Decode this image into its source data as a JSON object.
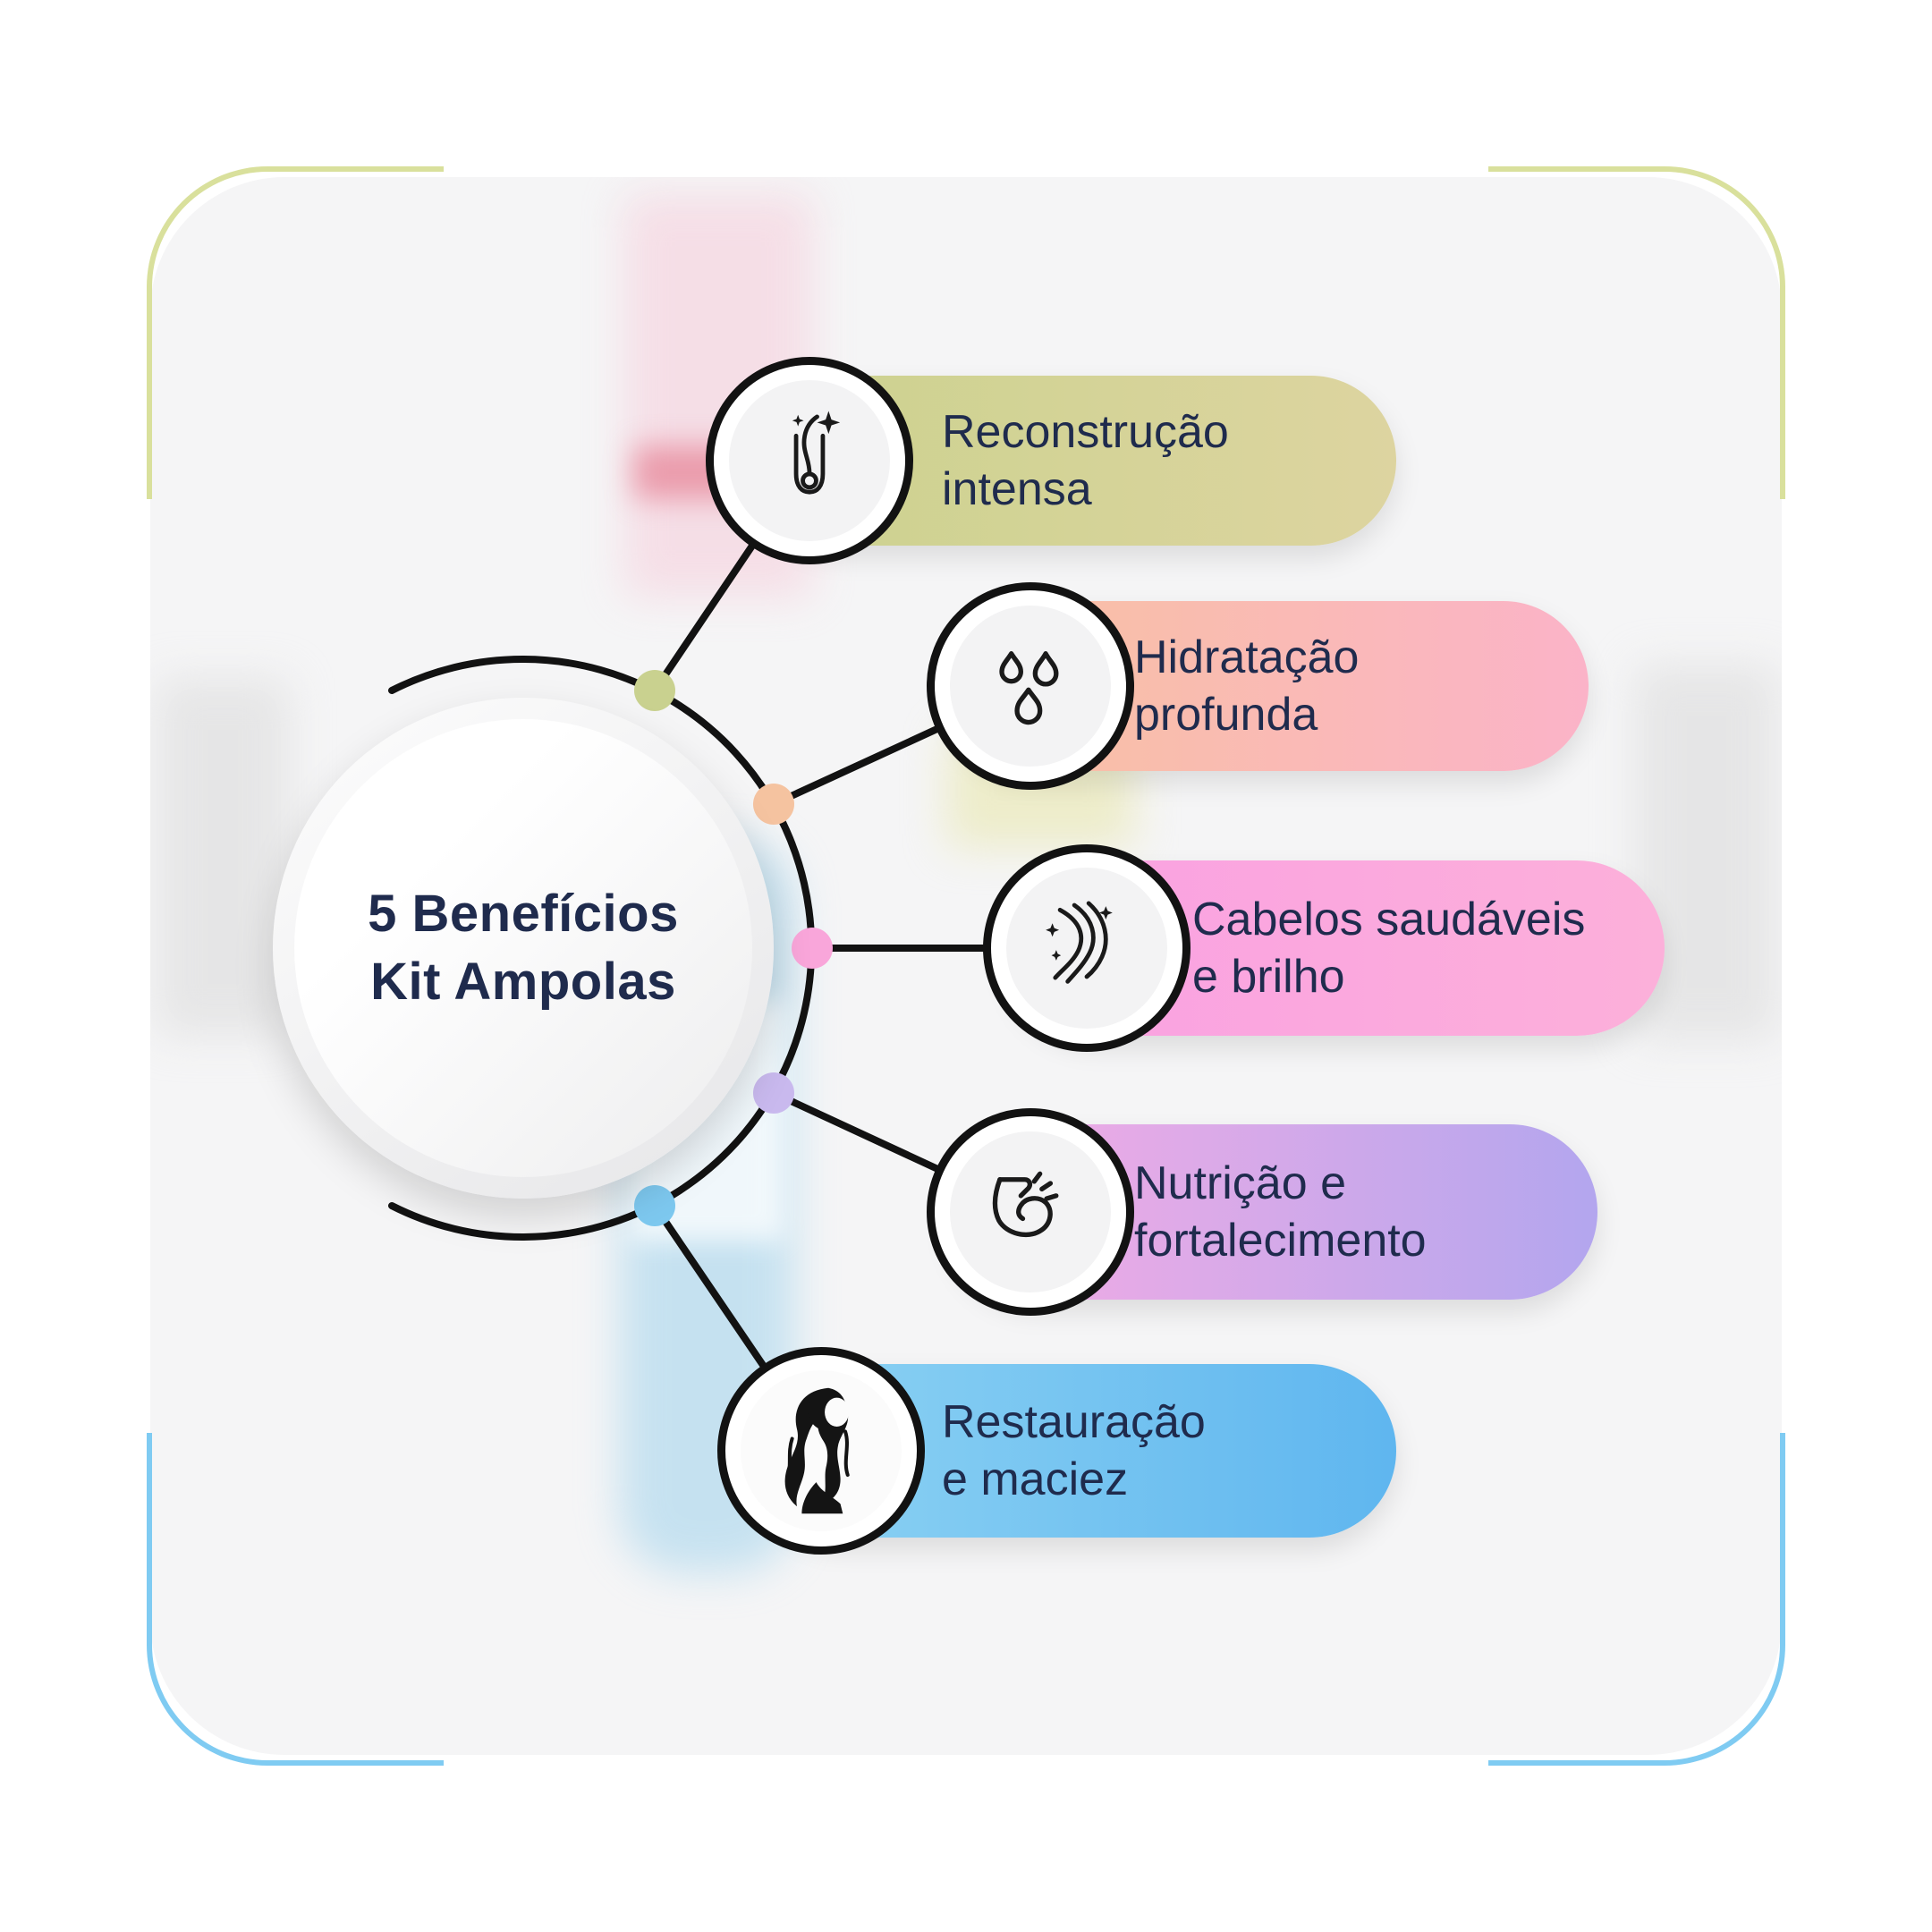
{
  "title": {
    "line1": "5 Benefícios",
    "line2": "Kit Ampolas"
  },
  "benefits": [
    {
      "line1": "Reconstrução",
      "line2": "intensa",
      "icon": "hair-follicle-icon",
      "gradient": [
        "#cbd28e",
        "#ddd4a0"
      ],
      "dot_color": "#c9d18f"
    },
    {
      "line1": "Hidratação",
      "line2": "profunda",
      "icon": "water-drops-icon",
      "gradient": [
        "#f8c2a0",
        "#fbb3c8"
      ],
      "dot_color": "#f5c3a0"
    },
    {
      "line1": "Cabelos saudáveis",
      "line2": "e brilho",
      "icon": "sparkling-hair-icon",
      "gradient": [
        "#faa0e2",
        "#fcb0da"
      ],
      "dot_color": "#f9a6da"
    },
    {
      "line1": "Nutrição e",
      "line2": "fortalecimento",
      "icon": "bicep-icon",
      "gradient": [
        "#f7ace4",
        "#b3a6ee"
      ],
      "dot_color": "#c9b9ee"
    },
    {
      "line1": "Restauração",
      "line2": "e maciez",
      "icon": "woman-long-hair-icon",
      "gradient": [
        "#8ed3f3",
        "#5fb6ef"
      ],
      "dot_color": "#7dc8ef"
    }
  ],
  "frame": {
    "top_bracket_color": "#d9e09c",
    "bottom_bracket_color": "#7fcbf2"
  },
  "colors": {
    "text": "#1f2b4d",
    "line": "#121212",
    "card_bg": "#f5f5f6"
  }
}
